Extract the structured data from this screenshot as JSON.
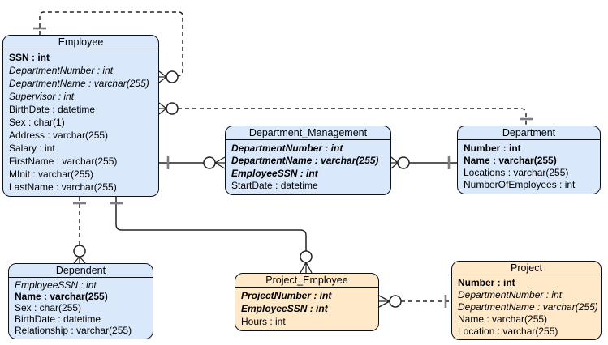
{
  "colors": {
    "entity_blue_fill": "#dae8fc",
    "entity_yellow_fill": "#ffe9c9",
    "entity_border": "#101018",
    "edge_line": "#242424",
    "cardinality_tick": "#7d7d7d",
    "background": "#ffffff"
  },
  "entities": {
    "employee": {
      "title": "Employee",
      "rows": [
        {
          "text": "SSN : int",
          "style": "row bold"
        },
        {
          "text": "DepartmentNumber : int",
          "style": "row italic"
        },
        {
          "text": "DepartmentName : varchar(255)",
          "style": "row italic"
        },
        {
          "text": "Supervisor : int",
          "style": "row italic"
        },
        {
          "text": "BirthDate : datetime",
          "style": "row"
        },
        {
          "text": "Sex : char(1)",
          "style": "row"
        },
        {
          "text": "Address : varchar(255)",
          "style": "row"
        },
        {
          "text": "Salary : int",
          "style": "row"
        },
        {
          "text": "FirstName : varchar(255)",
          "style": "row"
        },
        {
          "text": "MInit : varchar(255)",
          "style": "row"
        },
        {
          "text": "LastName : varchar(255)",
          "style": "row"
        }
      ]
    },
    "department_management": {
      "title": "Department_Management",
      "rows": [
        {
          "text": "DepartmentNumber : int",
          "style": "row bold italic"
        },
        {
          "text": "DepartmentName : varchar(255)",
          "style": "row bold italic"
        },
        {
          "text": "EmployeeSSN : int",
          "style": "row bold italic"
        },
        {
          "text": "StartDate : datetime",
          "style": "row"
        }
      ]
    },
    "department": {
      "title": "Department",
      "rows": [
        {
          "text": "Number : int",
          "style": "row bold"
        },
        {
          "text": "Name : varchar(255)",
          "style": "row bold"
        },
        {
          "text": "Locations : varchar(255)",
          "style": "row"
        },
        {
          "text": "NumberOfEmployees : int",
          "style": "row"
        }
      ]
    },
    "dependent": {
      "title": "Dependent",
      "rows": [
        {
          "text": "EmployeeSSN : int",
          "style": "row italic"
        },
        {
          "text": "Name : varchar(255)",
          "style": "row bold"
        },
        {
          "text": "Sex : char(255)",
          "style": "row"
        },
        {
          "text": "BirthDate : datetime",
          "style": "row"
        },
        {
          "text": "Relationship : varchar(255)",
          "style": "row"
        }
      ]
    },
    "project_employee": {
      "title": "Project_Employee",
      "rows": [
        {
          "text": "ProjectNumber : int",
          "style": "row bold italic"
        },
        {
          "text": "EmployeeSSN : int",
          "style": "row bold italic"
        },
        {
          "text": "Hours : int",
          "style": "row"
        }
      ]
    },
    "project": {
      "title": "Project",
      "rows": [
        {
          "text": "Number : int",
          "style": "row bold"
        },
        {
          "text": "DepartmentNumber : int",
          "style": "row italic"
        },
        {
          "text": "DepartmentName : varchar(255)",
          "style": "row italic"
        },
        {
          "text": "Name : varchar(255)",
          "style": "row"
        },
        {
          "text": "Location : varchar(255)",
          "style": "row"
        }
      ]
    }
  },
  "relationships": [
    {
      "from": "Employee",
      "to": "Employee",
      "from_cardinality": "zero-or-many",
      "to_cardinality": "one",
      "line": "dashed"
    },
    {
      "from": "Employee",
      "to": "Department",
      "from_cardinality": "zero-or-many",
      "to_cardinality": "one",
      "line": "dashed"
    },
    {
      "from": "Employee",
      "to": "Department_Management",
      "from_cardinality": "one",
      "to_cardinality": "zero-or-many",
      "line": "solid"
    },
    {
      "from": "Department_Management",
      "to": "Department",
      "from_cardinality": "zero-or-many",
      "to_cardinality": "one",
      "line": "solid"
    },
    {
      "from": "Employee",
      "to": "Dependent",
      "from_cardinality": "one",
      "to_cardinality": "zero-or-many",
      "line": "dashed"
    },
    {
      "from": "Employee",
      "to": "Project_Employee",
      "from_cardinality": "one",
      "to_cardinality": "zero-or-many",
      "line": "solid"
    },
    {
      "from": "Project_Employee",
      "to": "Project",
      "from_cardinality": "zero-or-many",
      "to_cardinality": "one",
      "line": "dashed"
    }
  ]
}
